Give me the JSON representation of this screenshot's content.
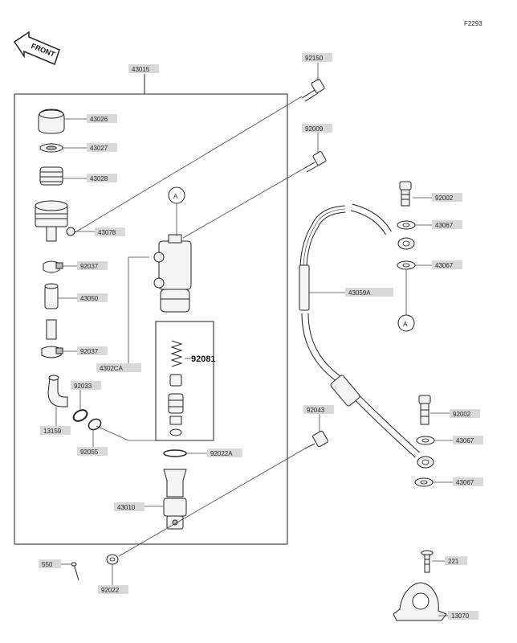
{
  "diagram_code": "F2293",
  "front_label": "FRONT",
  "group_ref": "43015",
  "sub_group_ref": "4302CA",
  "spring_ref": "92081",
  "marker_letter": "A",
  "parts": [
    {
      "ref": "43026"
    },
    {
      "ref": "43027"
    },
    {
      "ref": "43028"
    },
    {
      "ref": "43078"
    },
    {
      "ref": "92037"
    },
    {
      "ref": "43050"
    },
    {
      "ref": "92037"
    },
    {
      "ref": "92033"
    },
    {
      "ref": "13159"
    },
    {
      "ref": "92055"
    },
    {
      "ref": "92022A"
    },
    {
      "ref": "43010"
    },
    {
      "ref": "550"
    },
    {
      "ref": "92022"
    },
    {
      "ref": "92150"
    },
    {
      "ref": "92009"
    },
    {
      "ref": "92002"
    },
    {
      "ref": "43067"
    },
    {
      "ref": "43067"
    },
    {
      "ref": "43059A"
    },
    {
      "ref": "92043"
    },
    {
      "ref": "92002"
    },
    {
      "ref": "43067"
    },
    {
      "ref": "43067"
    },
    {
      "ref": "221"
    },
    {
      "ref": "13070"
    }
  ]
}
